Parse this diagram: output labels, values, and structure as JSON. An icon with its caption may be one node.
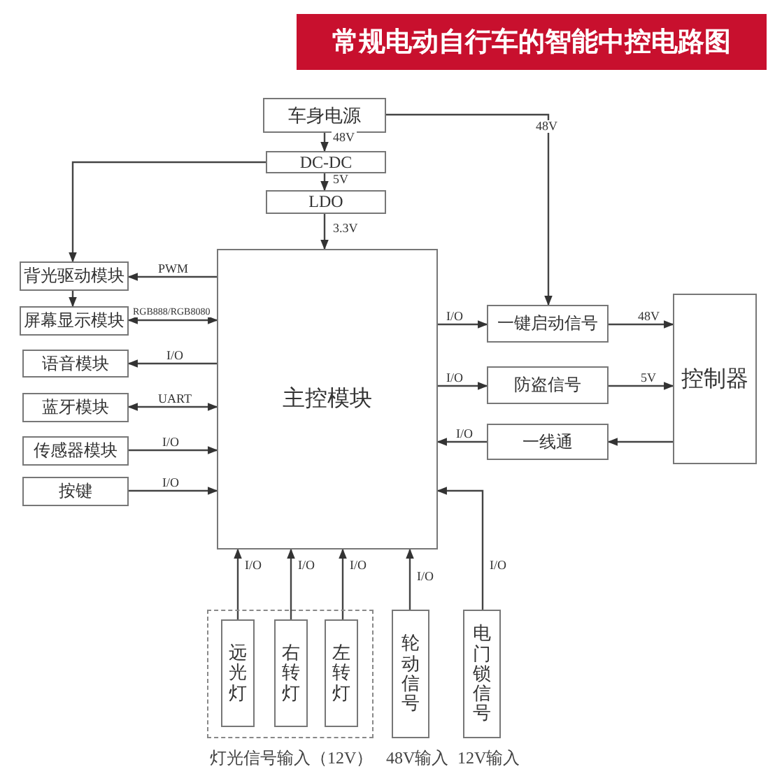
{
  "diagram": {
    "title": "常规电动自行车的智能中控电路图",
    "nodes": [
      {
        "text": [
          "车身电源"
        ]
      },
      {
        "text": [
          "DC-DC"
        ]
      },
      {
        "text": [
          "LDO"
        ]
      },
      {
        "text": [
          "主控模块"
        ]
      },
      {
        "text": [
          "背光驱动模块"
        ]
      },
      {
        "text": [
          "屏幕显示模块"
        ]
      },
      {
        "text": [
          "语音模块"
        ]
      },
      {
        "text": [
          "蓝牙模块"
        ]
      },
      {
        "text": [
          "传感器模块"
        ]
      },
      {
        "text": [
          "按键"
        ]
      },
      {
        "text": [
          "一键启动信号"
        ]
      },
      {
        "text": [
          "防盗信号"
        ]
      },
      {
        "text": [
          "一线通"
        ]
      },
      {
        "text": [
          "控制器"
        ]
      },
      {
        "text": [],
        "shape": "box",
        "beside": [
          "灯光信号输入（12V）"
        ]
      },
      {
        "text": [
          "远光灯"
        ],
        "in": 14
      },
      {
        "text": [
          "右转灯"
        ],
        "in": 14
      },
      {
        "text": [
          "左转灯"
        ],
        "in": 14
      },
      {
        "text": [
          "轮动信号"
        ],
        "beside": [
          "48V输入"
        ]
      },
      {
        "text": [
          "电门锁信号"
        ],
        "beside": [
          "12V输入"
        ]
      }
    ],
    "edges": [
      {
        "from": 0,
        "to": 1,
        "arrow": "to",
        "label": "48V"
      },
      {
        "from": 1,
        "to": 2,
        "arrow": "to",
        "label": "5V"
      },
      {
        "from": 2,
        "to": 3,
        "arrow": "to",
        "label": "3.3V"
      },
      {
        "from": 0,
        "to": 10,
        "arrow": "to",
        "label": "48V"
      },
      {
        "from": 1,
        "to": 4,
        "arrow": "to"
      },
      {
        "from": 4,
        "to": 5,
        "arrow": "to"
      },
      {
        "from": 3,
        "to": 4,
        "arrow": "to",
        "label": "PWM"
      },
      {
        "from": 3,
        "to": 5,
        "arrow": "both",
        "label": "RGB888/RGB8080"
      },
      {
        "from": 3,
        "to": 6,
        "arrow": "to",
        "label": "I/O"
      },
      {
        "from": 3,
        "to": 7,
        "arrow": "both",
        "label": "UART"
      },
      {
        "from": 8,
        "to": 3,
        "arrow": "to",
        "label": "I/O"
      },
      {
        "from": 9,
        "to": 3,
        "arrow": "to",
        "label": "I/O"
      },
      {
        "from": 3,
        "to": 10,
        "arrow": "to",
        "label": "I/O"
      },
      {
        "from": 3,
        "to": 11,
        "arrow": "to",
        "label": "I/O"
      },
      {
        "from": 12,
        "to": 3,
        "arrow": "to",
        "label": "I/O"
      },
      {
        "from": 10,
        "to": 13,
        "arrow": "to",
        "label": "48V"
      },
      {
        "from": 11,
        "to": 13,
        "arrow": "to",
        "label": "5V"
      },
      {
        "from": 13,
        "to": 12,
        "arrow": "to"
      },
      {
        "from": 15,
        "to": 3,
        "arrow": "to",
        "label": "I/O"
      },
      {
        "from": 16,
        "to": 3,
        "arrow": "to",
        "label": "I/O"
      },
      {
        "from": 17,
        "to": 3,
        "arrow": "to",
        "label": "I/O"
      },
      {
        "from": 18,
        "to": 3,
        "arrow": "to",
        "label": "I/O"
      },
      {
        "from": 19,
        "to": 3,
        "arrow": "to",
        "label": "I/O"
      }
    ]
  }
}
